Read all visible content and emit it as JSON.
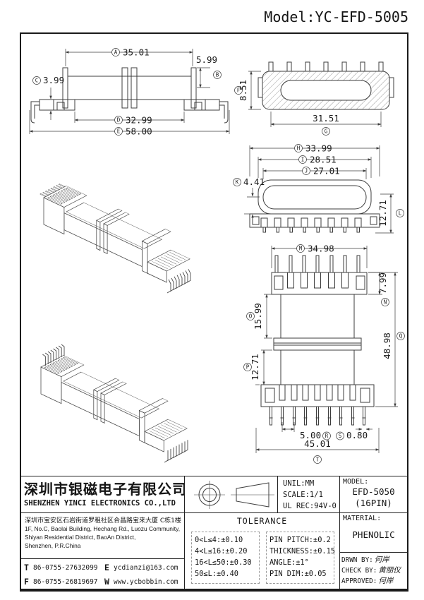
{
  "page": {
    "model_title": "Model:YC-EFD-5005"
  },
  "dims": {
    "side": [
      {
        "letter": "A",
        "value": "35.01"
      },
      {
        "letter": "B",
        "value": "5.99"
      },
      {
        "letter": "C",
        "value": "3.99"
      },
      {
        "letter": "D",
        "value": "32.99"
      },
      {
        "letter": "E",
        "value": "58.00"
      }
    ],
    "top": [
      {
        "letter": "F",
        "value": "8.51"
      },
      {
        "letter": "G",
        "value": "31.51"
      }
    ],
    "front": [
      {
        "letter": "H",
        "value": "33.99"
      },
      {
        "letter": "I",
        "value": "28.51"
      },
      {
        "letter": "J",
        "value": "27.01"
      },
      {
        "letter": "K",
        "value": "4.41"
      },
      {
        "letter": "L",
        "value": "12.71"
      }
    ],
    "pin": [
      {
        "letter": "M",
        "value": "34.98"
      },
      {
        "letter": "N",
        "value": "7.99"
      },
      {
        "letter": "O",
        "value": "15.99"
      },
      {
        "letter": "P",
        "value": "12.71"
      },
      {
        "letter": "Q",
        "value": "48.98"
      },
      {
        "letter": "R",
        "value": "5.00"
      },
      {
        "letter": "S",
        "value": "0.80"
      },
      {
        "letter": "T",
        "value": "45.01"
      }
    ]
  },
  "title_block": {
    "company_cn": "深圳市银磁电子有限公司",
    "company_en": "SHENZHEN YINCI ELECTRONICS CO.,LTD",
    "address_cn": "深圳市宝安区石岩街道罗租社区合昌路宝来大厦 C栋1楼",
    "address_en1": "1F, No.C, Baolai Building, Hechang Rd., Luozu Community,",
    "address_en2": "Shiyan Residential District, BaoAn District,",
    "address_en3": "Shenzhen, P.R.China",
    "tel_label": "T",
    "tel_value": "86-0755-27632099",
    "fax_label": "F",
    "fax_value": "86-0755-26819697",
    "email_label": "E",
    "email_value": "ycdianzi@163.com",
    "web_label": "W",
    "web_value": "www.ycbobbin.com",
    "unit": "UNIL:MM",
    "scale": "SCALE:1/1",
    "ul_rec": "UL REC:94V-0",
    "model_label": "MODEL:",
    "model_value": "EFD-5050",
    "model_pin": "(16PIN)",
    "material_label": "MATERIAL:",
    "material_value": "PHENOLIC",
    "tolerance_title": "TOLERANCE",
    "tol_l1": "0<L≤4:±0.10",
    "tol_l2": "4<L≤16:±0.20",
    "tol_l3": "16<L≤50:±0.30",
    "tol_l4": "50≤L:±0.40",
    "tol_r1": "PIN PITCH:±0.2",
    "tol_r2": "THICKNESS:±0.15",
    "tol_r3": "ANGLE:±1°",
    "tol_r4": "PIN DIM:±0.05",
    "drawn_label": "DRWN BY:",
    "drawn_value": "何岸",
    "check_label": "CHECK BY:",
    "check_value": "黄丽仪",
    "approved_label": "APPROVED:",
    "approved_value": "何岸"
  }
}
